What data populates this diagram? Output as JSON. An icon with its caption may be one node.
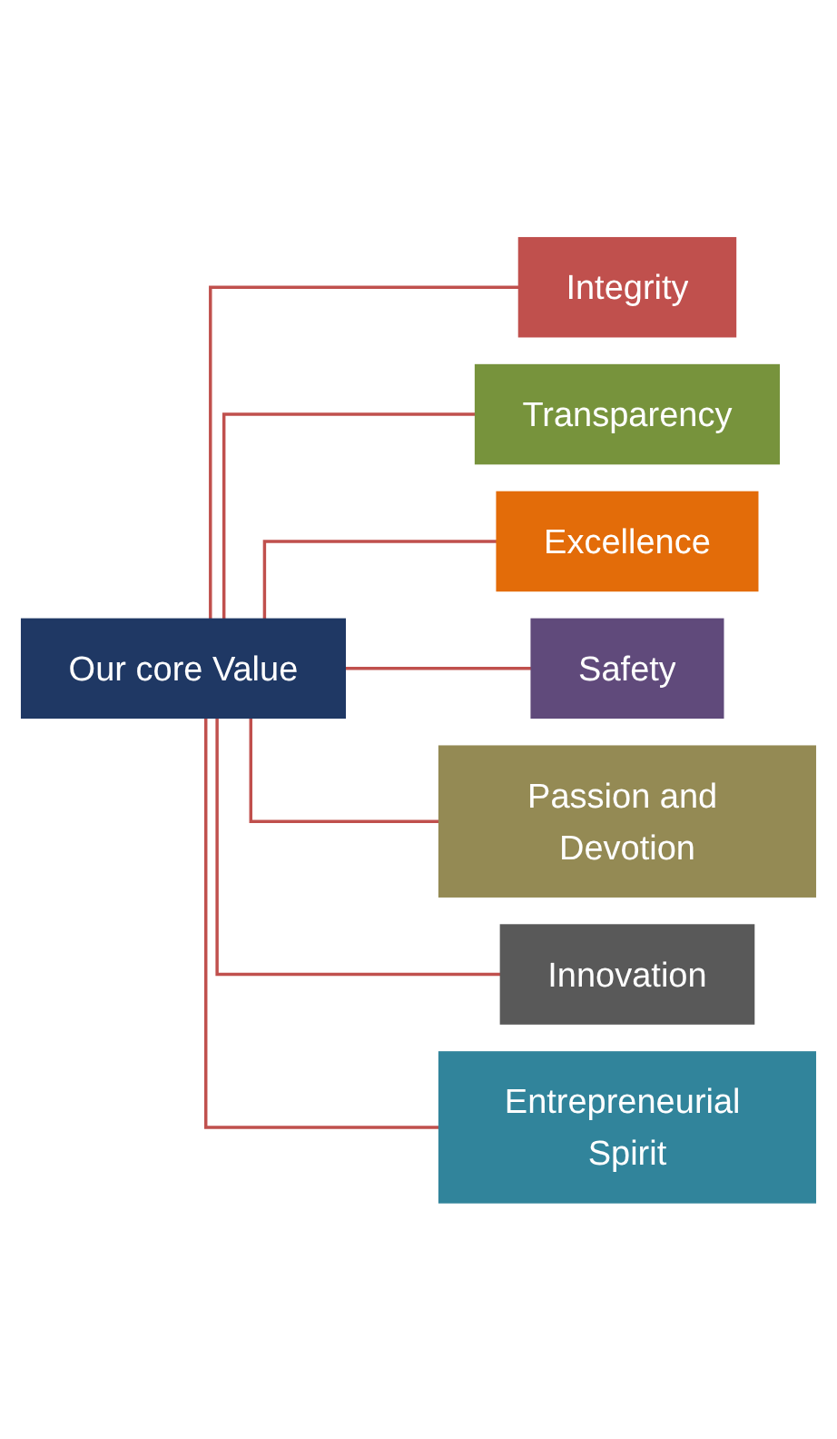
{
  "diagram": {
    "nodes": [
      {
        "text": [
          "Our core Value"
        ]
      },
      {
        "text": [
          "Integrity"
        ]
      },
      {
        "text": [
          "Transparency"
        ]
      },
      {
        "text": [
          "Excellence"
        ]
      },
      {
        "text": [
          "Safety"
        ]
      },
      {
        "text": [
          "Passion and Devotion"
        ]
      },
      {
        "text": [
          "Innovation"
        ]
      },
      {
        "text": [
          "Entrepreneurial Spirit"
        ]
      }
    ],
    "edges": [
      {
        "from": 0,
        "to": 1,
        "arrow": "none"
      },
      {
        "from": 0,
        "to": 2,
        "arrow": "none"
      },
      {
        "from": 0,
        "to": 3,
        "arrow": "none"
      },
      {
        "from": 0,
        "to": 4,
        "arrow": "none"
      },
      {
        "from": 0,
        "to": 5,
        "arrow": "none"
      },
      {
        "from": 0,
        "to": 6,
        "arrow": "none"
      },
      {
        "from": 0,
        "to": 7,
        "arrow": "none"
      }
    ]
  }
}
